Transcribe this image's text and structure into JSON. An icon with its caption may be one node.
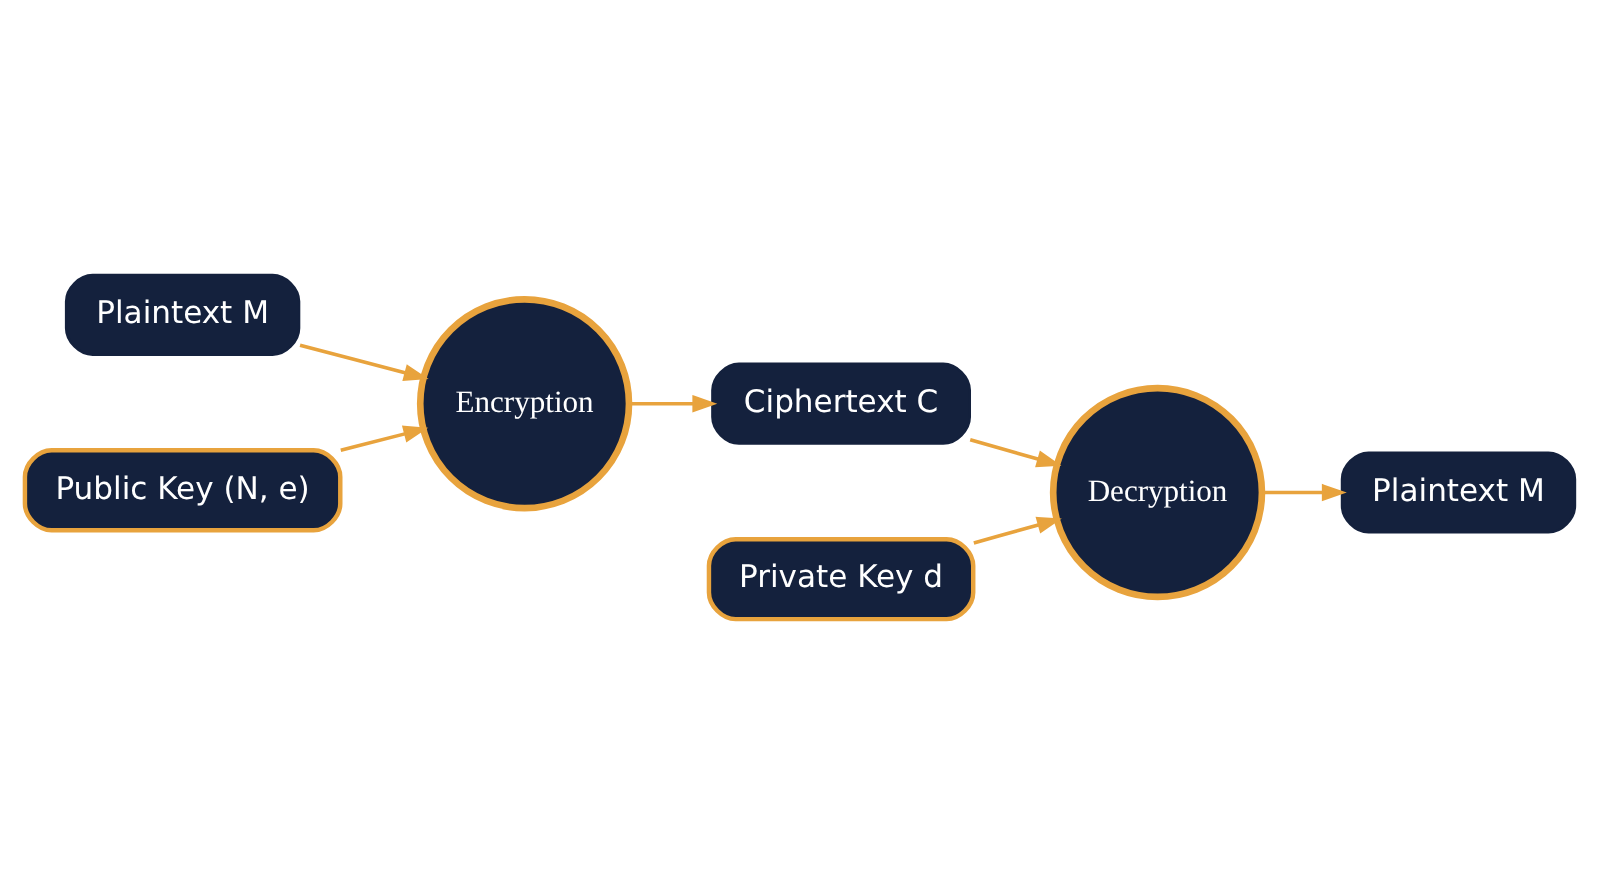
{
  "diagram": {
    "nodes": [
      {
        "text": [
          "Plaintext M"
        ]
      },
      {
        "text": [
          "Encryption"
        ]
      },
      {
        "text": [
          "Ciphertext C"
        ]
      },
      {
        "text": [
          "Decryption"
        ]
      },
      {
        "text": [
          "Plaintext M"
        ]
      },
      {
        "text": [
          "Public Key (N, e)"
        ]
      },
      {
        "text": [
          "Private Key d"
        ]
      }
    ],
    "edges": [
      {
        "from": 0,
        "to": 1,
        "arrow": "to"
      },
      {
        "from": 1,
        "to": 2,
        "arrow": "to"
      },
      {
        "from": 2,
        "to": 3,
        "arrow": "to"
      },
      {
        "from": 3,
        "to": 4,
        "arrow": "to"
      },
      {
        "from": 5,
        "to": 1,
        "arrow": "to"
      },
      {
        "from": 6,
        "to": 3,
        "arrow": "to"
      }
    ]
  }
}
